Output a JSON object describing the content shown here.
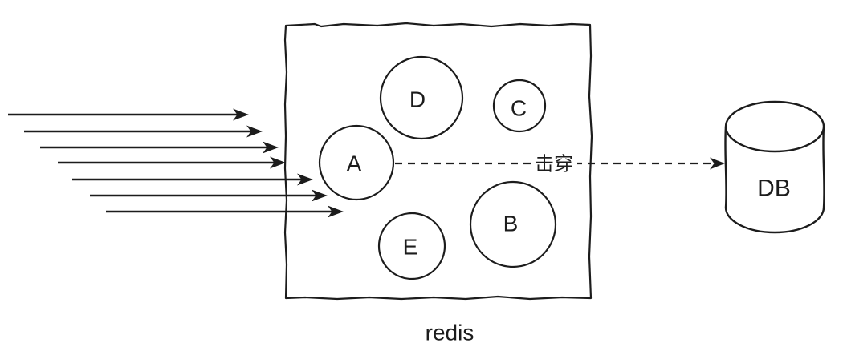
{
  "diagram": {
    "type": "redis-cache-breakdown-diagram",
    "requests": {
      "arrow_count": 7
    },
    "cache": {
      "label": "redis",
      "entries": [
        {
          "label": "A"
        },
        {
          "label": "B"
        },
        {
          "label": "C"
        },
        {
          "label": "D"
        },
        {
          "label": "E"
        }
      ]
    },
    "breakdown": {
      "label": "击穿"
    },
    "database": {
      "label": "DB"
    },
    "colors": {
      "stroke": "#1c1c1c",
      "background": "#ffffff"
    }
  }
}
